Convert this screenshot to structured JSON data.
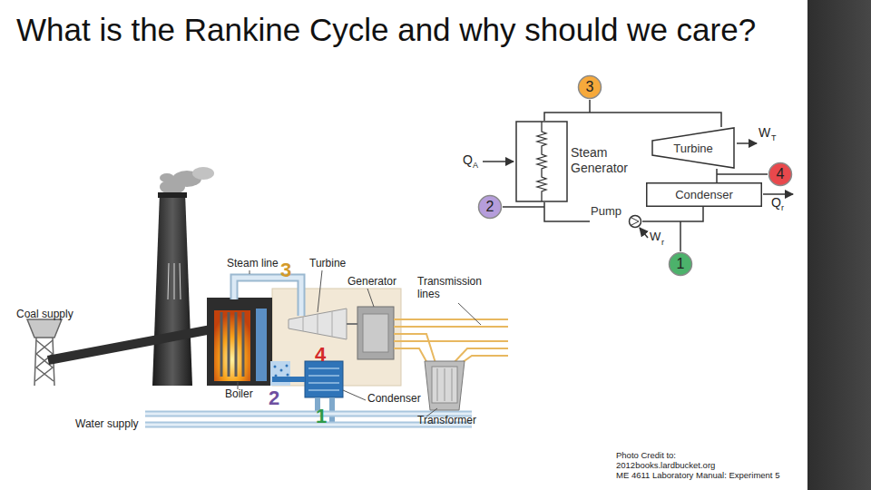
{
  "diagram": {
    "title": "What is the Rankine Cycle and why should we care?",
    "nodes": [
      {
        "text": [
          "3"
        ]
      },
      {
        "text": [
          "Steam Generator"
        ]
      },
      {
        "text": [
          "Turbine"
        ]
      },
      {
        "text": [
          "4"
        ]
      },
      {
        "text": [
          "Condenser"
        ]
      },
      {
        "text": [
          "2"
        ]
      },
      {
        "text": [
          "Pump"
        ]
      },
      {
        "text": [
          "1"
        ]
      }
    ],
    "edges": [
      {
        "from": 1,
        "to": 2,
        "arrow": "none"
      },
      {
        "from": 2,
        "to": 4,
        "arrow": "none"
      },
      {
        "from": 4,
        "to": 6,
        "arrow": "none"
      },
      {
        "from": 6,
        "to": 1,
        "arrow": "none"
      }
    ],
    "labels": [
      "Steam line",
      "Turbine",
      "Generator",
      "Transmission lines",
      "Coal supply",
      "Boiler",
      "Condenser",
      "Water supply",
      "Transformer",
      "3",
      "4",
      "2",
      "1",
      "Q",
      "A",
      "W",
      "T",
      "Q",
      "r",
      "W",
      "r",
      "Photo Credit to:",
      "2012books.lardbucket.org",
      "ME 4611 Laboratory Manual: Experiment 5"
    ]
  }
}
